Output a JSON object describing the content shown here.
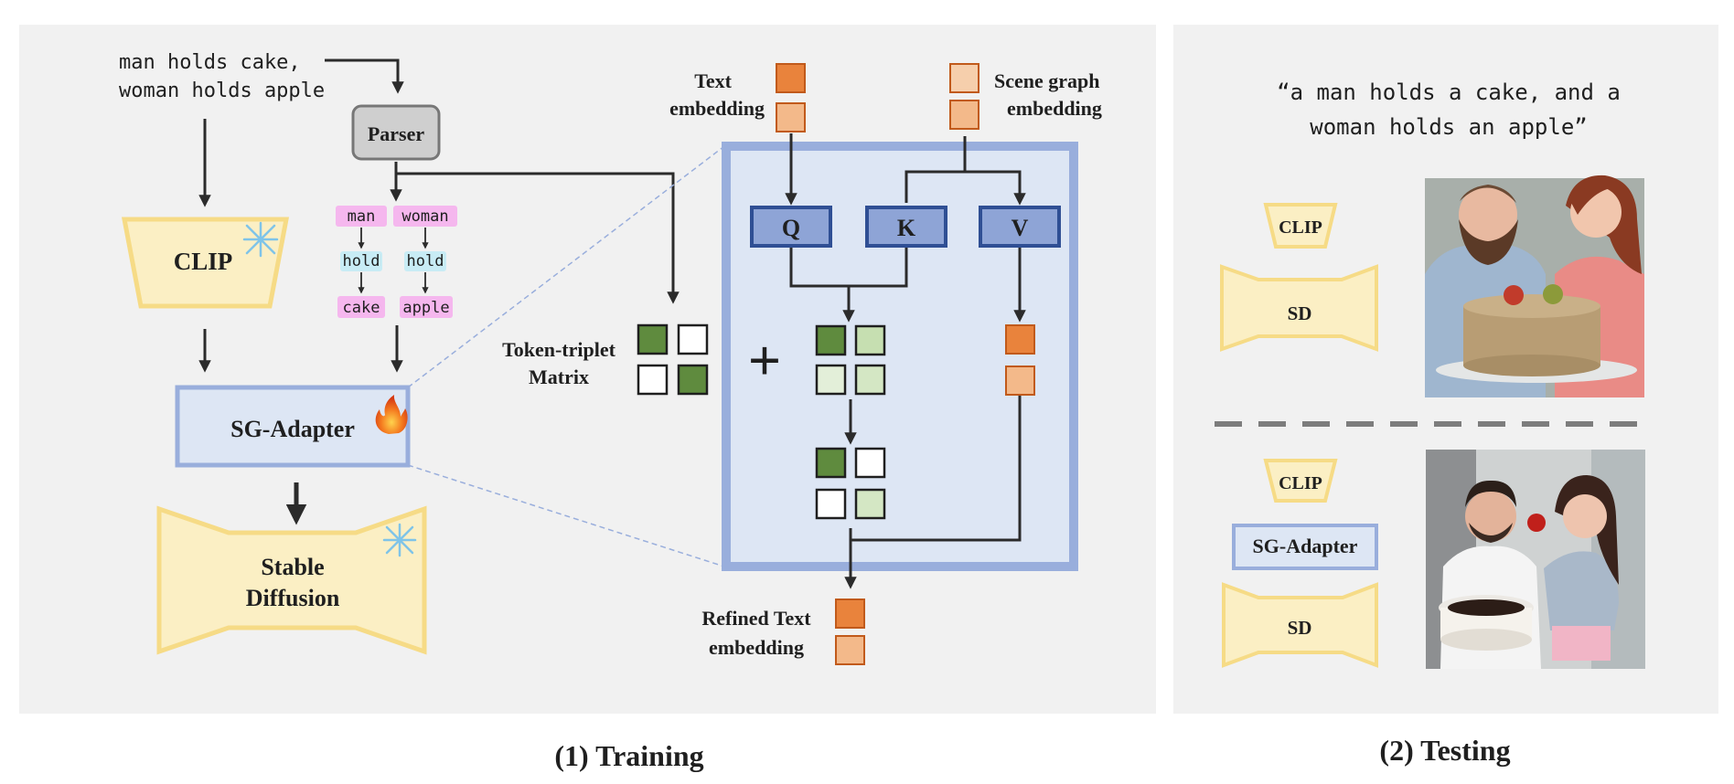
{
  "training": {
    "caption": "(1) Training",
    "input_text_line1": "man holds cake,",
    "input_text_line2": "woman holds apple",
    "parser_label": "Parser",
    "clip_label": "CLIP",
    "sg_adapter_label": "SG-Adapter",
    "stable_diffusion_line1": "Stable",
    "stable_diffusion_line2": "Diffusion",
    "scene_graph": {
      "subjects": [
        "man",
        "woman"
      ],
      "relations": [
        "hold",
        "hold"
      ],
      "objects": [
        "cake",
        "apple"
      ]
    },
    "text_embedding_line1": "Text",
    "text_embedding_line2": "embedding",
    "scene_graph_embedding_line1": "Scene graph",
    "scene_graph_embedding_line2": "embedding",
    "q_label": "Q",
    "k_label": "K",
    "v_label": "V",
    "token_triplet_line1": "Token-triplet",
    "token_triplet_line2": "Matrix",
    "plus_symbol": "+",
    "refined_line1": "Refined Text",
    "refined_line2": "embedding"
  },
  "testing": {
    "caption": "(2) Testing",
    "prompt_line1": "“a man holds a cake, and a",
    "prompt_line2": "woman holds an apple”",
    "clip_label": "CLIP",
    "sd_label": "SD",
    "sg_adapter_label": "SG-Adapter"
  },
  "icons": {
    "snowflake": "snowflake-icon",
    "fire": "fire-icon"
  },
  "colors": {
    "panel_bg": "#f1f1f1",
    "clip_fill": "#fbefc4",
    "clip_stroke": "#f6db86",
    "adapter_fill": "#dde6f4",
    "adapter_stroke": "#99aedc",
    "qkv_fill": "#8ea4d6",
    "qkv_stroke": "#2f4f94",
    "emb_dark": "#e9833c",
    "emb_light": "#f3b98a",
    "emb_stroke": "#c15a1b",
    "matrix_dark": "#5f8b3e",
    "matrix_light": "#d4e7c4",
    "node_pink": "#f5b7ee",
    "node_blue": "#c8ecf5"
  }
}
